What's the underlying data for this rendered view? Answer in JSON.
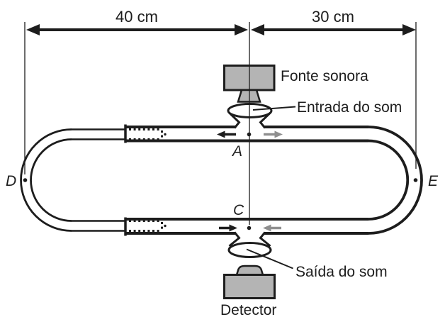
{
  "dimensions": {
    "left_label": "40 cm",
    "right_label": "30 cm"
  },
  "devices": {
    "source_label": "Fonte sonora",
    "detector_label": "Detector"
  },
  "annotations": {
    "sound_in_label": "Entrada do som",
    "sound_out_label": "Saída do som"
  },
  "points": {
    "a": "A",
    "c": "C",
    "d": "D",
    "e": "E"
  },
  "colors": {
    "ink": "#1d1d1d",
    "device_fill": "#b4b4b4",
    "gray_arrow": "#8f8f8f"
  }
}
